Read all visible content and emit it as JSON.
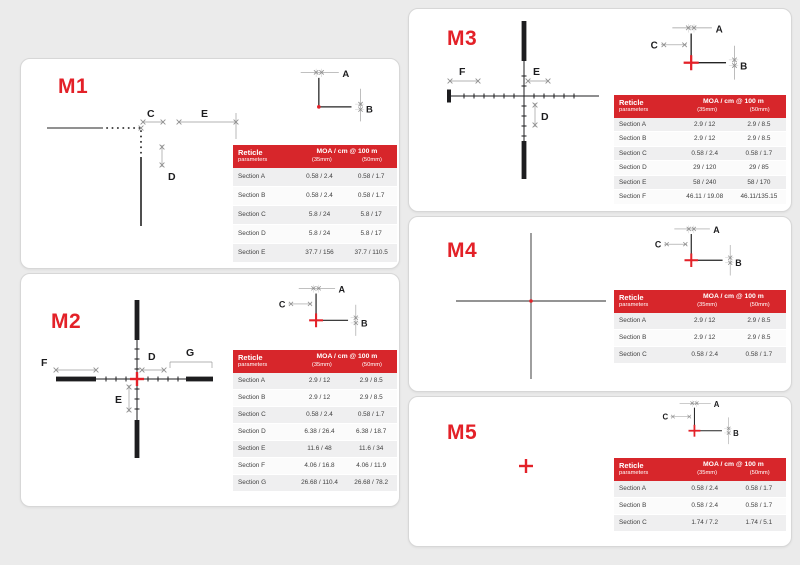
{
  "colors": {
    "accent_red": "#e32128",
    "table_header_red": "#d7262b",
    "row_alt": "#efeff0"
  },
  "table_header": {
    "param_line1": "Reticle",
    "param_line2": "parameters",
    "moa": "MOA / cm @ 100 m",
    "sub35": "(35mm)",
    "sub50": "(50mm)"
  },
  "panels": [
    {
      "title": "M1",
      "main_labels": {
        "c": "C",
        "e": "E",
        "d": "D"
      },
      "detail_labels": {
        "a": "A",
        "b": "B"
      },
      "rows": [
        [
          "Section A",
          "0.58 / 2.4",
          "0.58 / 1.7"
        ],
        [
          "Section B",
          "0.58 / 2.4",
          "0.58 / 1.7"
        ],
        [
          "Section C",
          "5.8 / 24",
          "5.8 / 17"
        ],
        [
          "Section D",
          "5.8 / 24",
          "5.8 / 17"
        ],
        [
          "Section E",
          "37.7 / 156",
          "37.7 / 110.5"
        ]
      ]
    },
    {
      "title": "M2",
      "main_labels": {
        "f": "F",
        "d": "D",
        "g": "G",
        "e": "E"
      },
      "detail_labels": {
        "c": "C",
        "a": "A",
        "b": "B"
      },
      "rows": [
        [
          "Section A",
          "2.9 / 12",
          "2.9 / 8.5"
        ],
        [
          "Section B",
          "2.9 / 12",
          "2.9 / 8.5"
        ],
        [
          "Section C",
          "0.58 / 2.4",
          "0.58 / 1.7"
        ],
        [
          "Section D",
          "6.38 / 26.4",
          "6.38 / 18.7"
        ],
        [
          "Section E",
          "11.6 / 48",
          "11.6 / 34"
        ],
        [
          "Section F",
          "4.06 / 16.8",
          "4.06 / 11.9"
        ],
        [
          "Section G",
          "26.68 / 110.4",
          "26.68 / 78.2"
        ]
      ]
    },
    {
      "title": "M3",
      "main_labels": {
        "f": "F",
        "e": "E",
        "d": "D"
      },
      "detail_labels": {
        "c": "C",
        "a": "A",
        "b": "B"
      },
      "rows": [
        [
          "Section A",
          "2.9 / 12",
          "2.9 / 8.5"
        ],
        [
          "Section B",
          "2.9 / 12",
          "2.9 / 8.5"
        ],
        [
          "Section C",
          "0.58 / 2.4",
          "0.58 / 1.7"
        ],
        [
          "Section D",
          "29 / 120",
          "29 / 85"
        ],
        [
          "Section E",
          "58 / 240",
          "58 / 170"
        ],
        [
          "Section F",
          "46.11 / 19.08",
          "46.11/135.15"
        ]
      ]
    },
    {
      "title": "M4",
      "detail_labels": {
        "c": "C",
        "a": "A",
        "b": "B"
      },
      "rows": [
        [
          "Section A",
          "2.9 / 12",
          "2.9 / 8.5"
        ],
        [
          "Section B",
          "2.9 / 12",
          "2.9 / 8.5"
        ],
        [
          "Section C",
          "0.58 / 2.4",
          "0.58 / 1.7"
        ]
      ]
    },
    {
      "title": "M5",
      "detail_labels": {
        "a": "A",
        "c": "C",
        "b": "B"
      },
      "rows": [
        [
          "Section A",
          "0.58 / 2.4",
          "0.58 / 1.7"
        ],
        [
          "Section B",
          "0.58 / 2.4",
          "0.58 / 1.7"
        ],
        [
          "Section C",
          "1.74 / 7.2",
          "1.74 / 5.1"
        ]
      ]
    }
  ]
}
